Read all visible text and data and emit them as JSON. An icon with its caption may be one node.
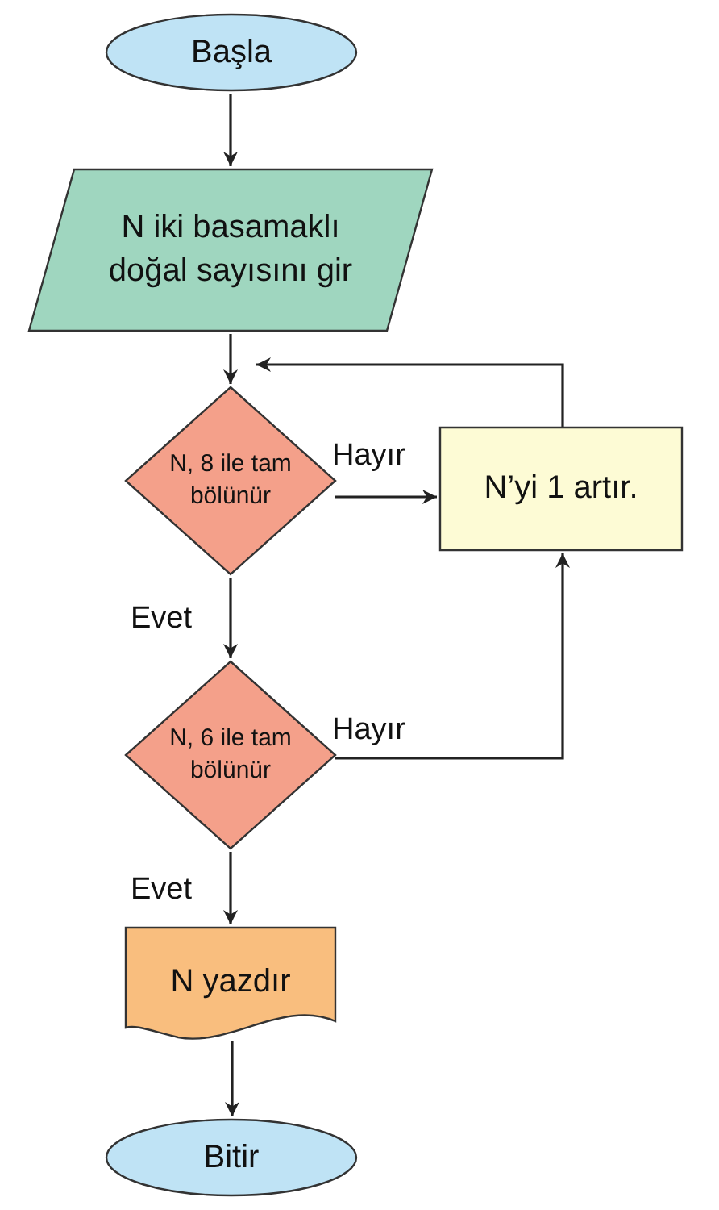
{
  "diagram": {
    "nodes": [
      {
        "text": [
          "Başla"
        ]
      },
      {
        "text": [
          "N iki basamaklı doğal sayısını gir"
        ]
      },
      {
        "text": [
          "N, 8 ile tam bölünür"
        ]
      },
      {
        "text": [
          "N’yi 1 artır."
        ]
      },
      {
        "text": [
          "N, 6 ile tam bölünür"
        ]
      },
      {
        "text": [
          "N yazdır"
        ]
      },
      {
        "text": [
          "Bitir"
        ]
      }
    ],
    "edges": [
      {
        "from": 0,
        "to": 1,
        "arrow": "to"
      },
      {
        "from": 1,
        "to": 2,
        "arrow": "to"
      },
      {
        "from": 2,
        "to": 3,
        "arrow": "to",
        "label": "Hayır"
      },
      {
        "from": 3,
        "to": 2,
        "arrow": "to"
      },
      {
        "from": 2,
        "to": 4,
        "arrow": "to",
        "label": "Evet"
      },
      {
        "from": 4,
        "to": 3,
        "arrow": "to",
        "label": "Hayır"
      },
      {
        "from": 4,
        "to": 5,
        "arrow": "to",
        "label": "Evet"
      },
      {
        "from": 5,
        "to": 6,
        "arrow": "to"
      }
    ]
  }
}
